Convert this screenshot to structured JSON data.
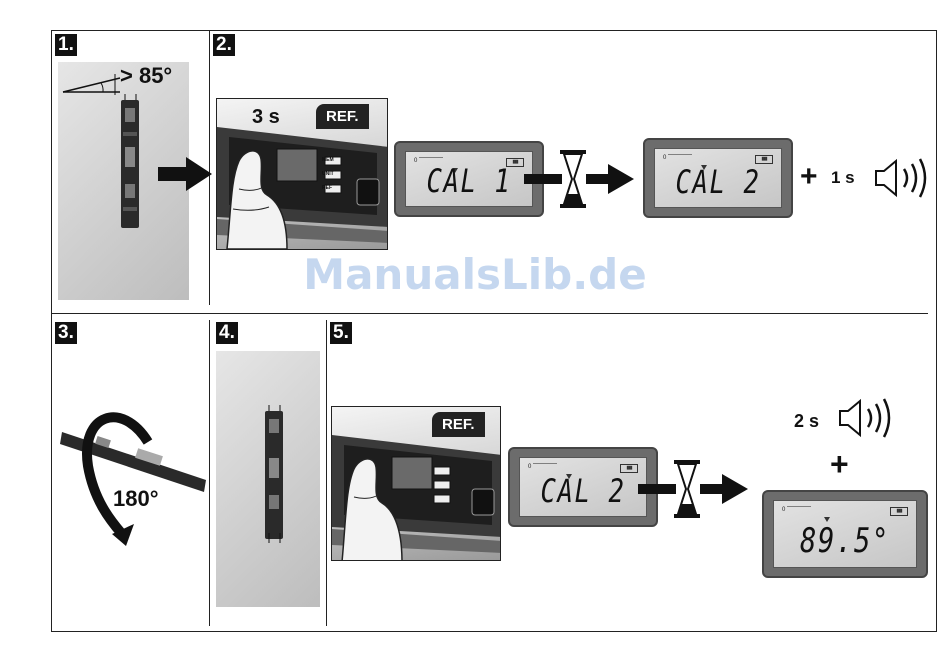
{
  "steps": {
    "s1": "1.",
    "s2": "2.",
    "s3": "3.",
    "s4": "4.",
    "s5": "5."
  },
  "step1": {
    "angle_label": "> 85°"
  },
  "step2": {
    "hold_time": "3 s",
    "ref_button": "REF.",
    "lcd1_text": "CAL 1",
    "lcd2_text": "CAL 2",
    "beep_time": "1 s"
  },
  "step3": {
    "rotation_label": "180°"
  },
  "step5": {
    "ref_button": "REF.",
    "lcd_cal_text": "CAL 2",
    "beep_time": "2 s",
    "lcd_result_text": "89.5°"
  },
  "device_buttons": [
    "MEM",
    "UNIT",
    "REF"
  ],
  "plus_sign": "+",
  "watermark": "ManualsLib.de",
  "colors": {
    "ink": "#111111",
    "lcd_bezel": "#6c6c6c",
    "watermark": "#c5d7ef"
  }
}
